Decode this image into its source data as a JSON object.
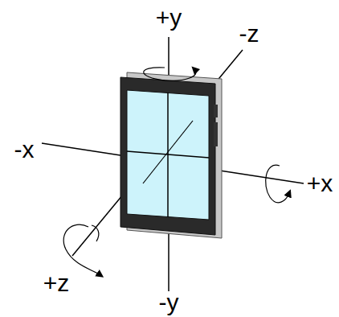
{
  "diagram": {
    "labels": [
      "+y",
      "-z",
      "-x",
      "+x",
      "+z",
      "-y"
    ]
  }
}
